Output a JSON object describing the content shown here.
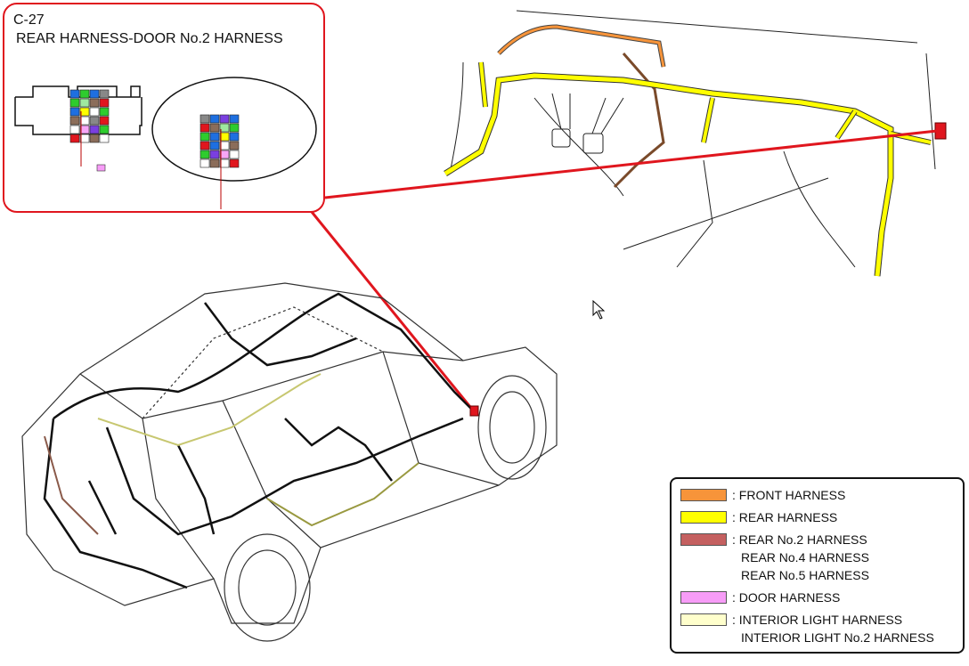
{
  "callout": {
    "code": "C-27",
    "title": "REAR HARNESS-DOOR No.2 HARNESS",
    "left_connector_cells": [
      "#1e6fe0",
      "#2ecc2e",
      "#1e6fe0",
      "#888888",
      "#2ecc2e",
      "#9fe89f",
      "#8b6d5a",
      "#e0161e",
      "#1e6fe0",
      "#ffff00",
      "#ffffff",
      "#2ecc2e",
      "#8b6d5a",
      "#ffffff",
      "#888888",
      "#e0161e",
      "#ffffff",
      "#f7a6f7",
      "#7a3fe0",
      "#2ecc2e",
      "#e0161e",
      "#ffffff",
      "#8b6d5a",
      "#ffffff"
    ],
    "right_connector_cells": [
      "#888888",
      "#1e6fe0",
      "#7a3fe0",
      "#1e6fe0",
      "#e0161e",
      "#8b6d5a",
      "#9fe89f",
      "#2ecc2e",
      "#2ecc2e",
      "#1e6fe0",
      "#ffff00",
      "#1e6fe0",
      "#e0161e",
      "#1e6fe0",
      "#ffffff",
      "#8b6d5a",
      "#2ecc2e",
      "#7a3fe0",
      "#f7a6f7",
      "#ffffff",
      "#ffffff",
      "#8b6d5a",
      "#ffffff",
      "#e0161e"
    ]
  },
  "legend": {
    "items": [
      {
        "label": ": FRONT HARNESS",
        "color": "#f7943a",
        "extra": []
      },
      {
        "label": ": REAR HARNESS",
        "color": "#ffff00",
        "extra": []
      },
      {
        "label": ": REAR No.2 HARNESS",
        "color": "#c46060",
        "extra": [
          "REAR No.4 HARNESS",
          "REAR No.5 HARNESS"
        ]
      },
      {
        "label": ": DOOR HARNESS",
        "color": "#f79cf7",
        "extra": []
      },
      {
        "label": ": INTERIOR LIGHT HARNESS",
        "color": "#ffffcc",
        "extra": [
          "INTERIOR LIGHT No.2 HARNESS"
        ]
      }
    ]
  },
  "highlight_color": "#e0161e",
  "icons": {
    "cursor": "mouse-pointer-icon"
  }
}
